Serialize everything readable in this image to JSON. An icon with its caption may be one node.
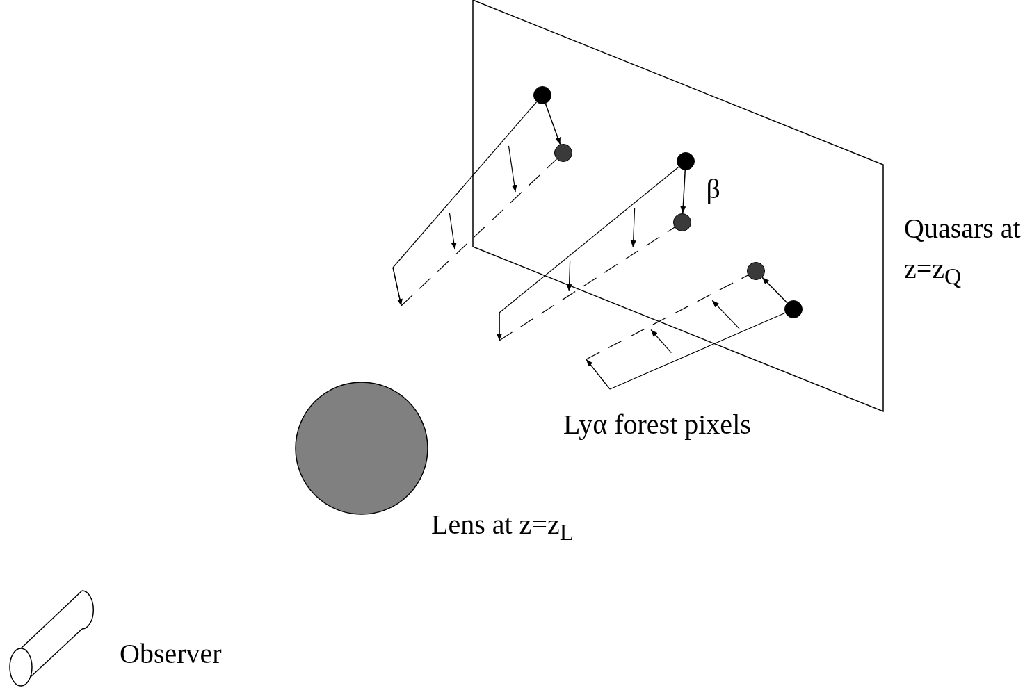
{
  "diagram": {
    "nodes": [
      {
        "text": [
          "Quasars at z=z$_{Q}$"
        ]
      },
      {
        "text": [],
        "shape": "circle",
        "in": 0
      },
      {
        "text": [],
        "shape": "circle",
        "in": 0
      },
      {
        "text": [],
        "shape": "circle",
        "in": 0
      },
      {
        "text": [],
        "shape": "circle",
        "in": 0
      },
      {
        "text": [],
        "shape": "circle",
        "in": 0
      },
      {
        "text": [],
        "shape": "circle",
        "in": 0
      },
      {
        "text": [
          "Lens at z=z$_{L}$"
        ]
      },
      {
        "text": [
          "Observer"
        ]
      }
    ],
    "edges": [
      {
        "from": 1,
        "to": 2,
        "arrow": "to"
      },
      {
        "from": 3,
        "to": 4,
        "arrow": "to",
        "label": "β"
      },
      {
        "from": 6,
        "to": 5,
        "arrow": "to"
      },
      {
        "from": 1,
        "to": 2,
        "arrow": "none"
      },
      {
        "from": 3,
        "to": 4,
        "arrow": "none"
      },
      {
        "from": 6,
        "to": 5,
        "arrow": "none"
      }
    ],
    "labels": [
      "Lyα forest pixels"
    ]
  }
}
